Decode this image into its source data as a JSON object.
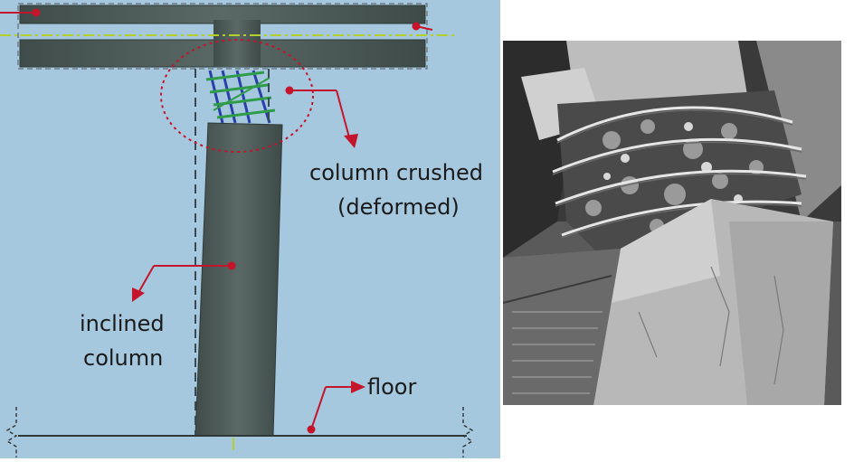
{
  "diagram": {
    "background_color": "#a6c8de",
    "concrete_color": "#4e5c5a",
    "marker_color": "#c3152b",
    "rebar_colors": [
      "#2b3fa8",
      "#2f9c4a"
    ],
    "centerline_color": "#b5cf2a",
    "labels": {
      "column_crushed_line1": "column crushed",
      "column_crushed_line2": "(deformed)",
      "inclined_line1": "inclined",
      "inclined_line2": "column",
      "floor": "floor"
    }
  },
  "photo": {
    "background_color": "#efefef",
    "tone": "grayscale",
    "icon": "damaged-column-spiral-rebar-photo"
  }
}
